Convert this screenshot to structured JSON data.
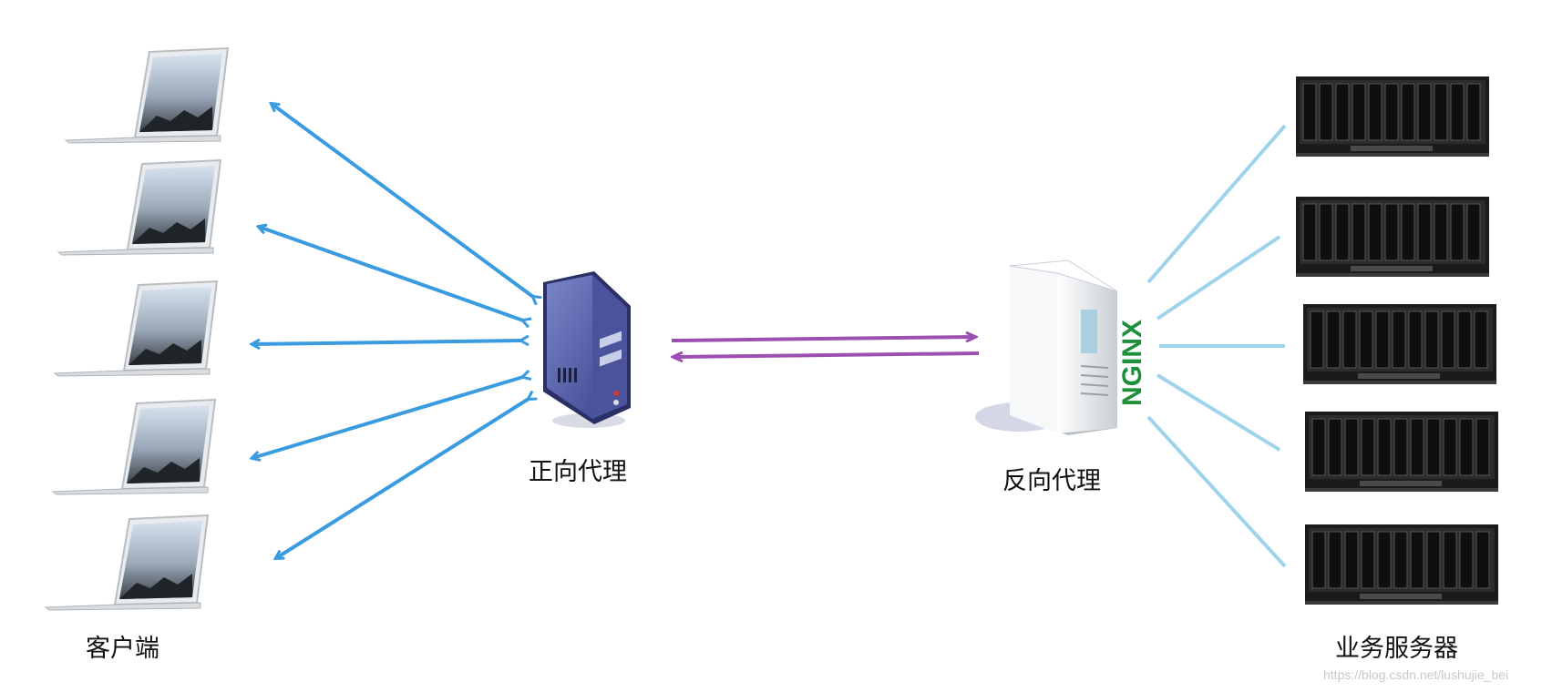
{
  "labels": {
    "clients": "客户端",
    "forward_proxy": "正向代理",
    "reverse_proxy": "反向代理",
    "business_servers": "业务服务器",
    "nginx_logo": "NGINX",
    "watermark": "https://blog.csdn.net/lushujie_bei"
  },
  "nodes": {
    "clients": {
      "count": 5,
      "icon": "laptop-icon"
    },
    "forward_proxy": {
      "icon": "server-tower-icon",
      "color": "#4f5ba6"
    },
    "reverse_proxy": {
      "icon": "server-tower-icon",
      "color": "#e8ecef"
    },
    "servers": {
      "count": 5,
      "icon": "rack-server-icon"
    }
  },
  "colors": {
    "client_arrows": "#3a9be0",
    "proxy_link": "#9b4fb0",
    "server_lines": "#9fd3ec",
    "nginx_green": "#1e8f3a"
  }
}
